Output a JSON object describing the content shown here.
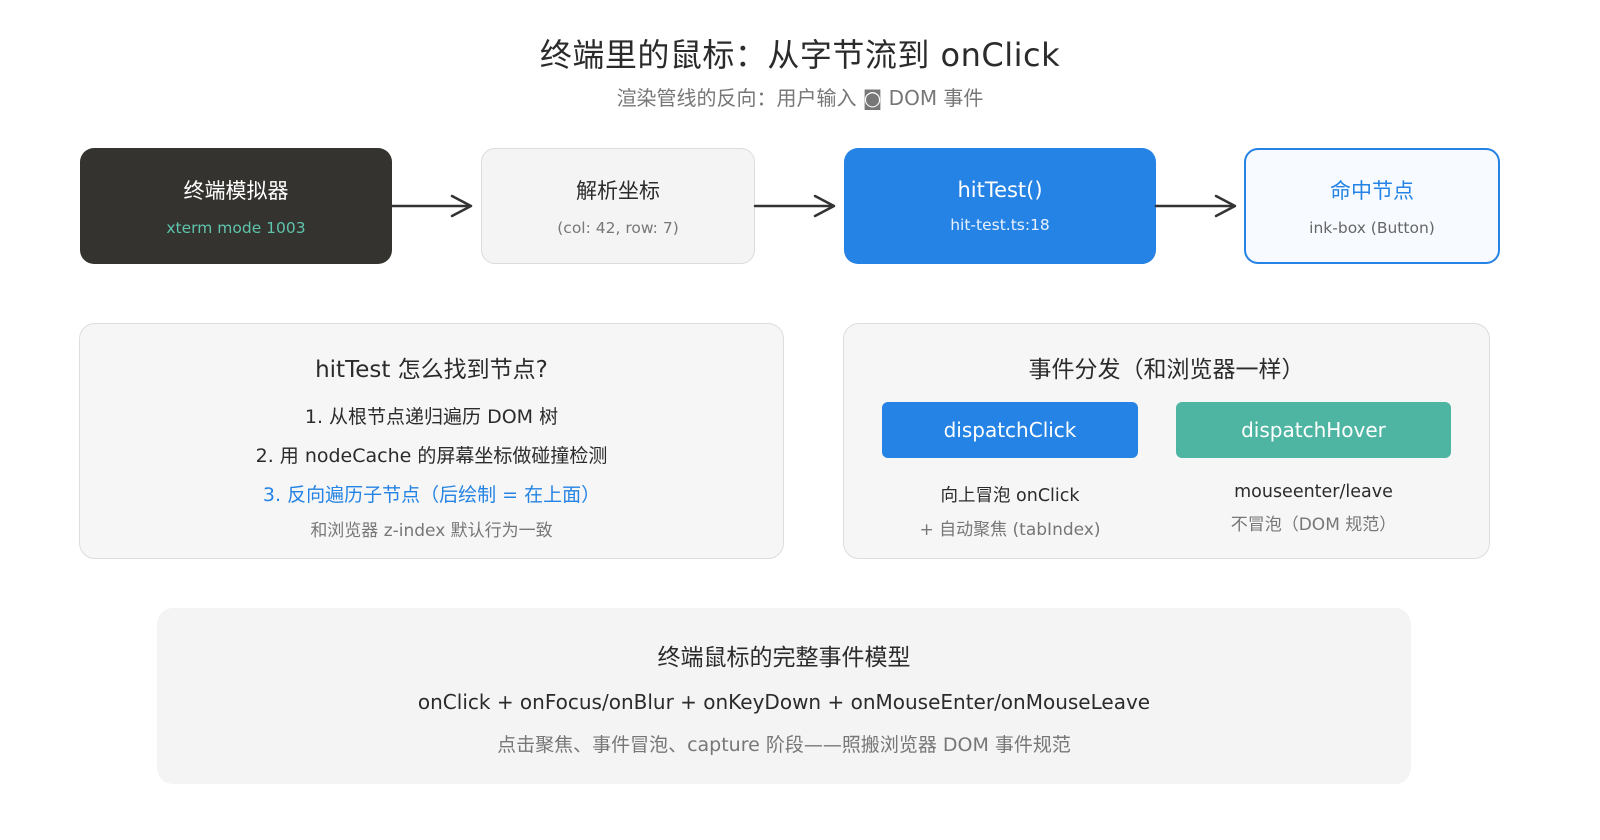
{
  "header": {
    "title": "终端里的鼠标：从字节流到 onClick",
    "subtitle": "渲染管线的反向：用户输入 ◙ DOM 事件"
  },
  "flow": [
    {
      "title": "终端模拟器",
      "sub": "xterm mode 1003"
    },
    {
      "title": "解析坐标",
      "sub": "(col: 42, row: 7)"
    },
    {
      "title": "hitTest()",
      "sub": "hit-test.ts:18"
    },
    {
      "title": "命中节点",
      "sub": "ink-box (Button)"
    }
  ],
  "hittest_panel": {
    "title": "hitTest 怎么找到节点?",
    "steps": [
      "1. 从根节点递归遍历 DOM 树",
      "2. 用 nodeCache 的屏幕坐标做碰撞检测",
      "3. 反向遍历子节点（后绘制 = 在上面）"
    ],
    "note": "和浏览器 z-index 默认行为一致"
  },
  "dispatch_panel": {
    "title": "事件分发（和浏览器一样）",
    "click": {
      "label": "dispatchClick",
      "desc1": "向上冒泡 onClick",
      "desc2": "+ 自动聚焦 (tabIndex)"
    },
    "hover": {
      "label": "dispatchHover",
      "desc1": "mouseenter/leave",
      "desc2": "不冒泡（DOM 规范）"
    }
  },
  "model_panel": {
    "title": "终端鼠标的完整事件模型",
    "line1": "onClick + onFocus/onBlur + onKeyDown + onMouseEnter/onMouseLeave",
    "line2": "点击聚焦、事件冒泡、capture 阶段——照搬浏览器 DOM 事件规范"
  },
  "colors": {
    "dark_box": "#34332f",
    "teal": "#5ec4ac",
    "blue": "#2483e4",
    "hover_green": "#4fb5a3",
    "panel_bg": "#f6f6f6",
    "arrow": "#333333"
  },
  "icons": {
    "arrow": "right-arrow-icon"
  }
}
